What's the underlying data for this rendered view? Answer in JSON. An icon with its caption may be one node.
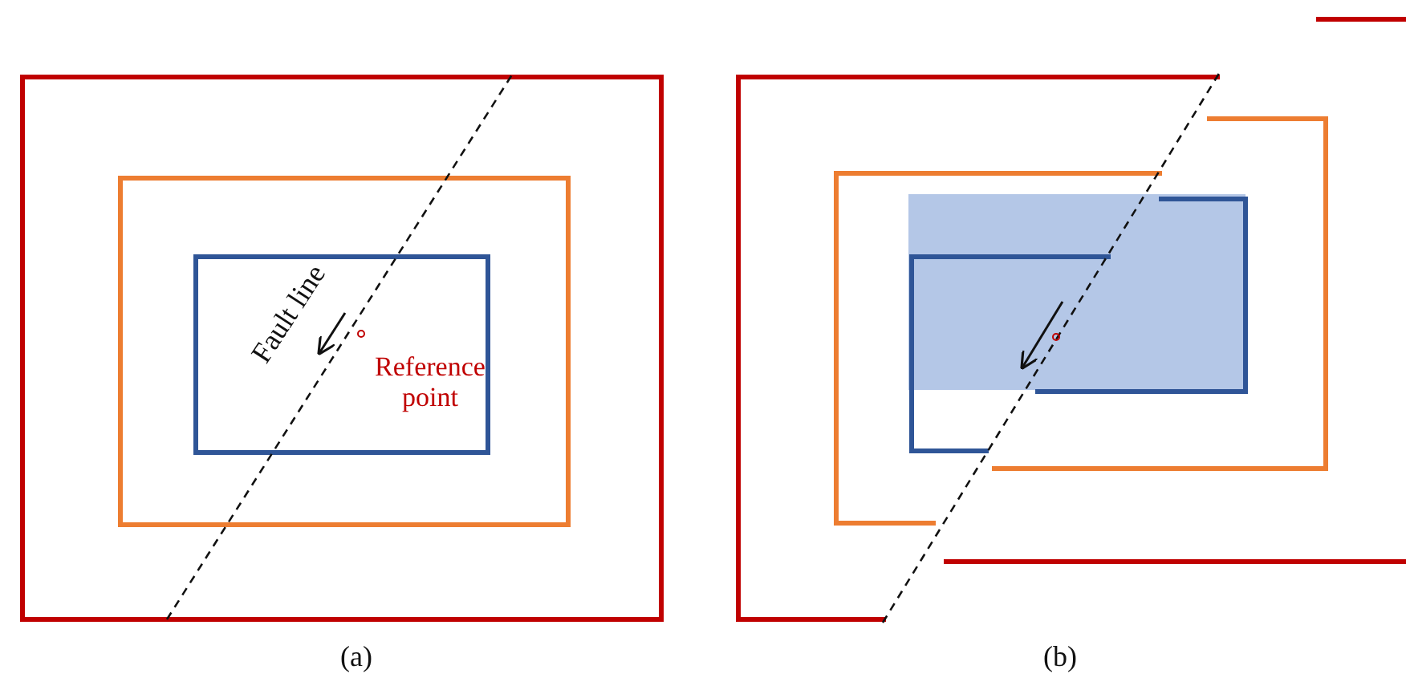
{
  "diagram": {
    "labels": [
      "Fault line",
      "Reference point",
      "(a)",
      "(b)"
    ]
  }
}
